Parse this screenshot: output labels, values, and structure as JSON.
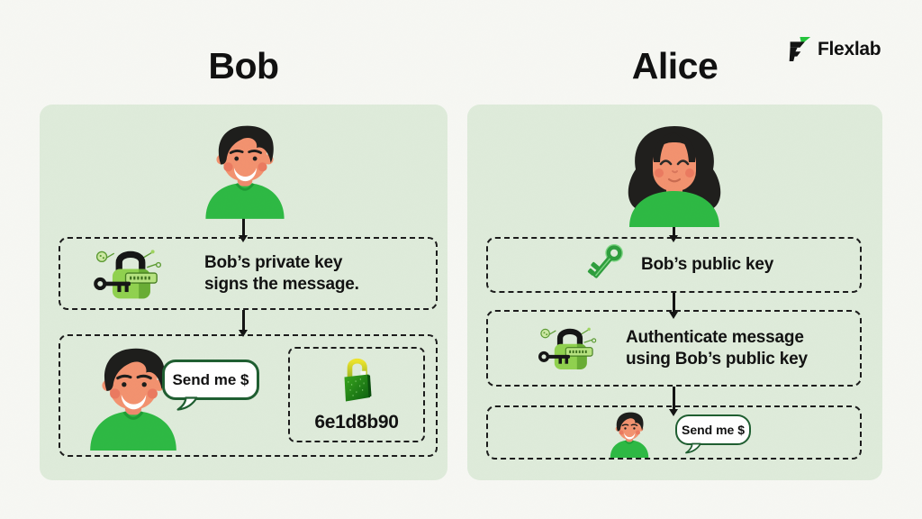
{
  "brand": {
    "name": "Flexlab",
    "accent_green": "#24c43c"
  },
  "colors": {
    "page_background": "#f6f7f3",
    "panel_background": "#deebda",
    "dashed_border": "#1c1c1c",
    "shirt_green": "#2eb944",
    "bubble_border": "#1f5e31",
    "lock_light_green": "#90d14f",
    "enc_lock_green": "#1f8c16",
    "enc_lock_shackle_yellow": "#e0d52b"
  },
  "icons": {
    "sign": "padlock-key-icon",
    "public_key": "key-icon",
    "encrypted": "encrypted-lock-icon",
    "brand": "flexlab-logo-icon"
  },
  "left": {
    "title": "Bob",
    "box1": {
      "line1": "Bob’s private key",
      "line2": "signs the message."
    },
    "box2": {
      "speech": "Send me $",
      "hash": "6e1d8b90"
    }
  },
  "right": {
    "title": "Alice",
    "box1": {
      "label": "Bob’s public key"
    },
    "box2": {
      "line1": "Authenticate message",
      "line2": "using Bob’s public key"
    },
    "box3": {
      "speech": "Send me $"
    }
  }
}
